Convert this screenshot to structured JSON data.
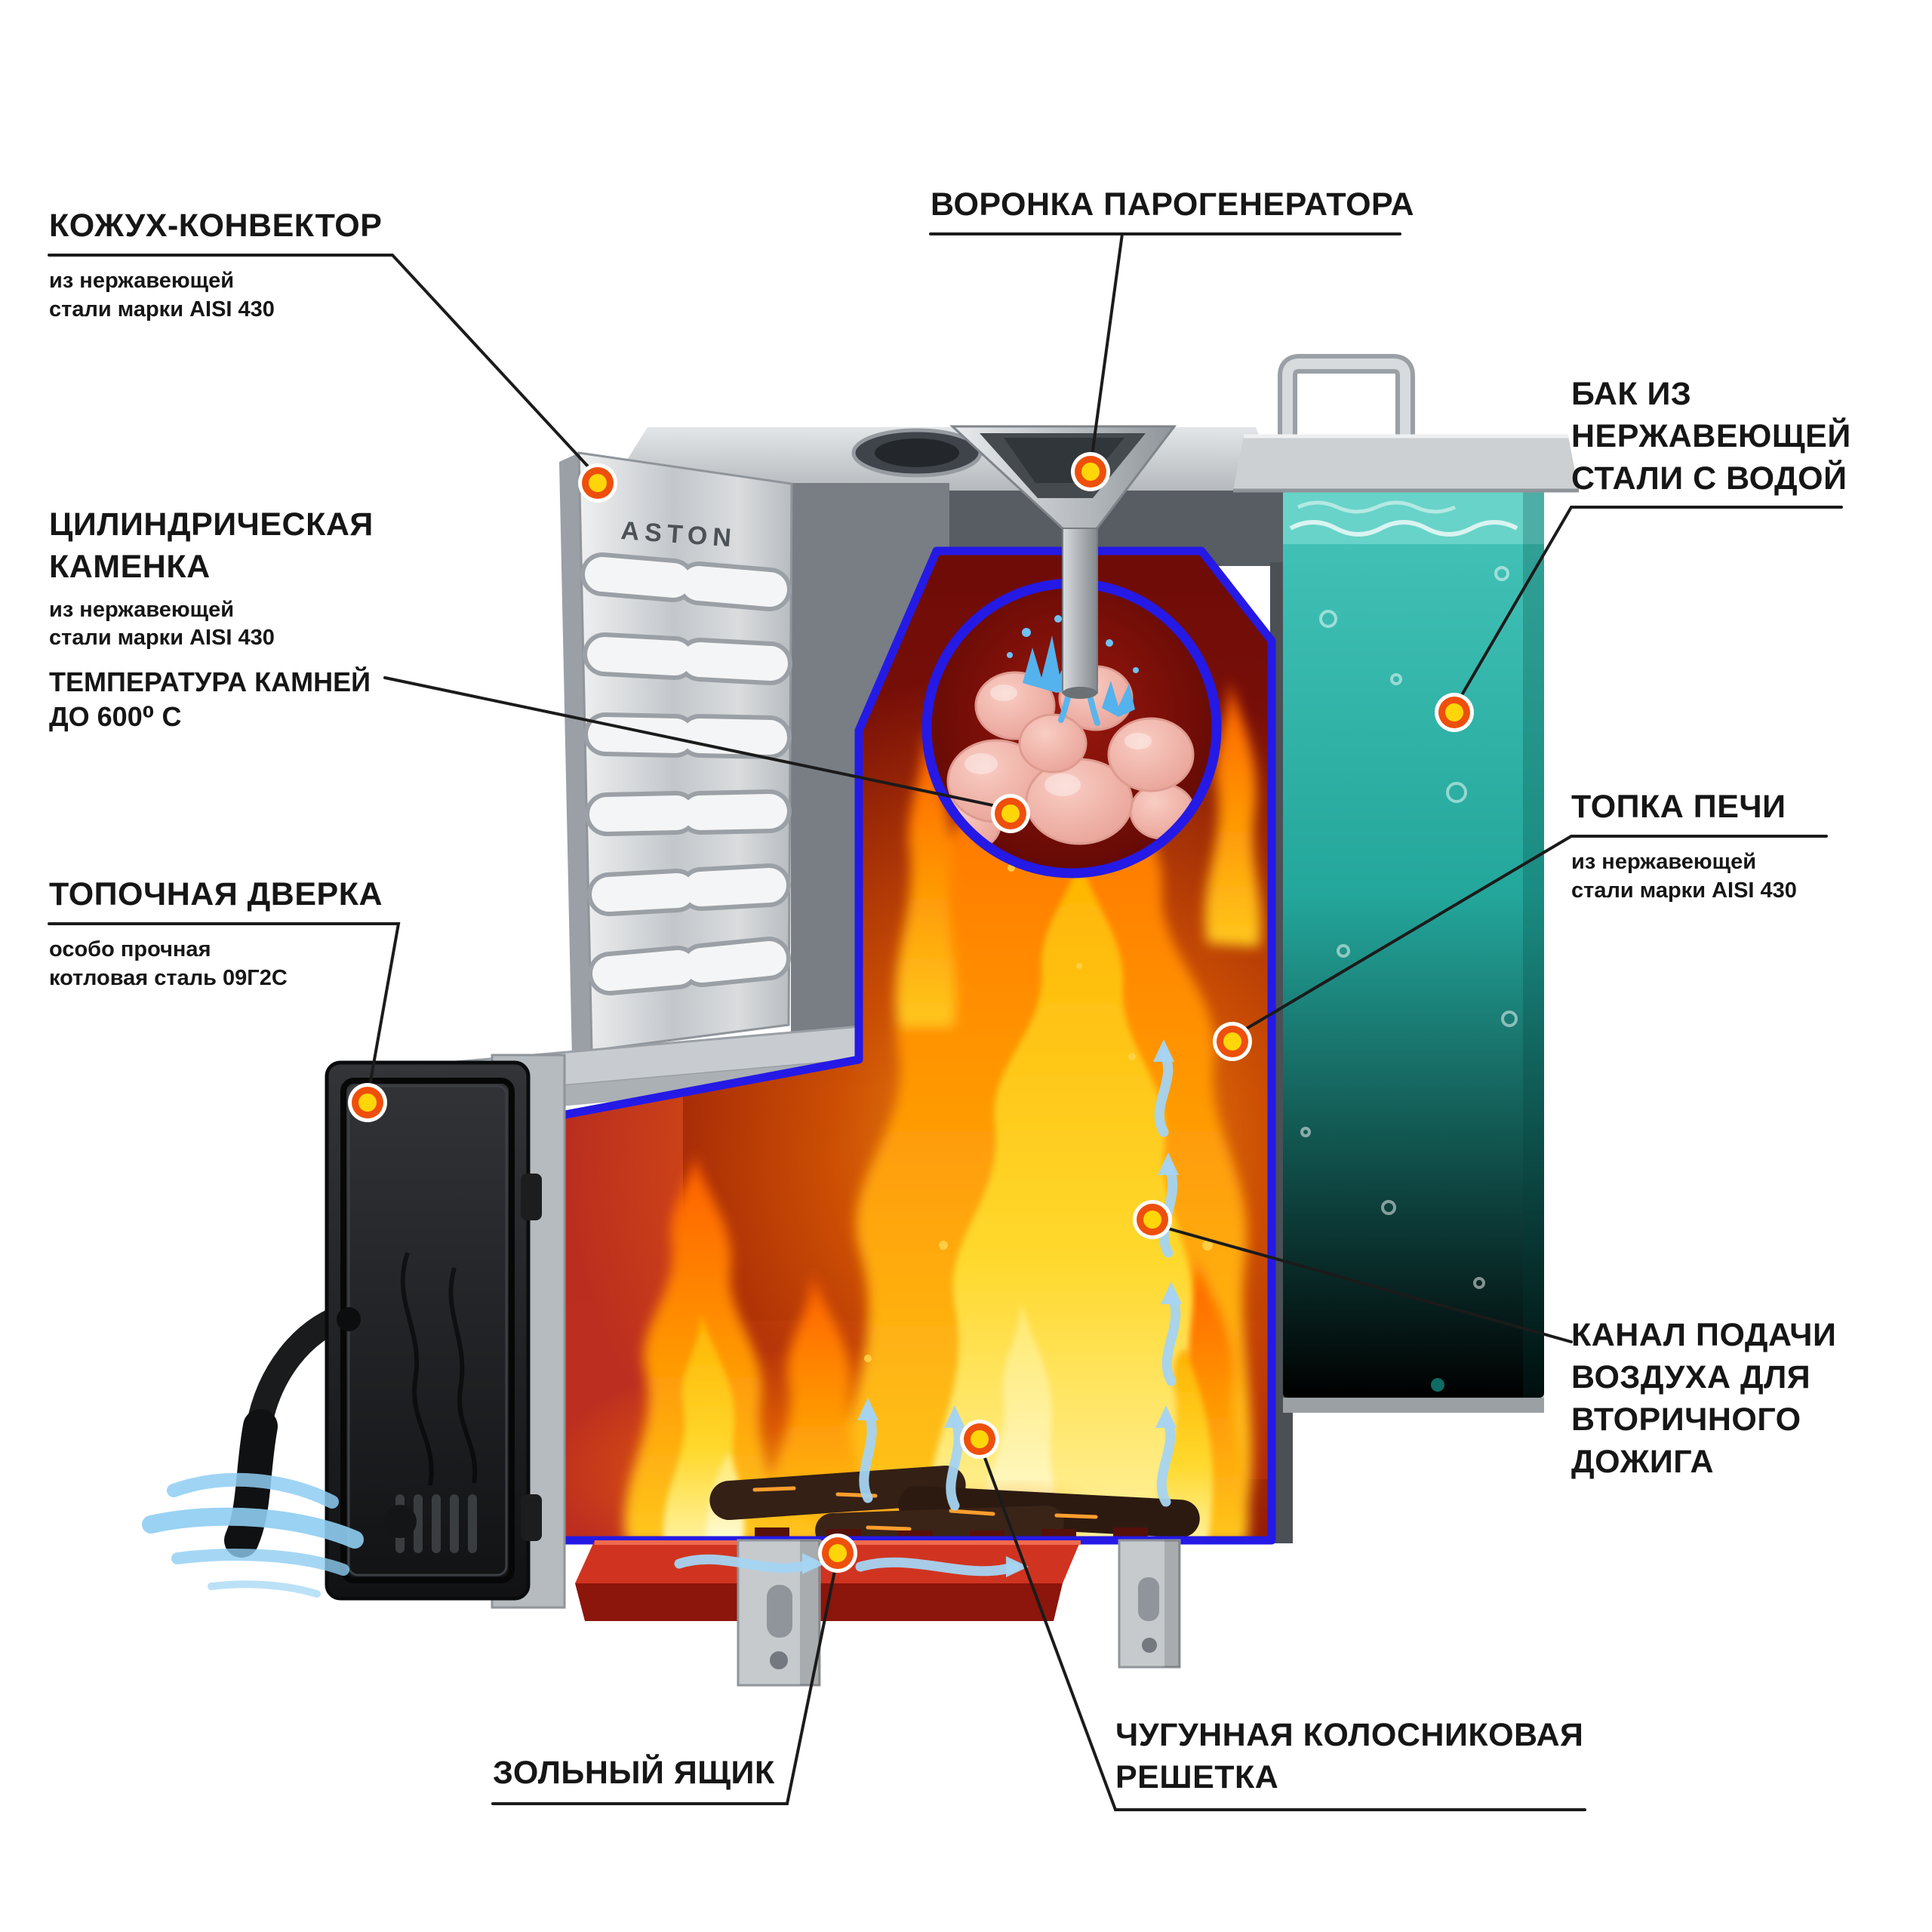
{
  "brand": {
    "logo_text": "ASTON"
  },
  "callouts": {
    "convector": {
      "title": "КОЖУХ-КОНВЕКТОР",
      "sub1": "из нержавеющей",
      "sub2": "стали марки AISI 430"
    },
    "funnel": {
      "title": "ВОРОНКА ПАРОГЕНЕРАТОРА"
    },
    "tank": {
      "line1": "БАК ИЗ",
      "line2": "НЕРЖАВЕЮЩЕЙ",
      "line3": "СТАЛИ С ВОДОЙ"
    },
    "stones": {
      "line1": "ЦИЛИНДРИЧЕСКАЯ",
      "line2": "КАМЕНКА",
      "sub1": "из нержавеющей",
      "sub2": "стали марки AISI 430",
      "temp1": "ТЕМПЕРАТУРА КАМНЕЙ",
      "temp2": "ДО 600⁰ С"
    },
    "firebox": {
      "title": "ТОПКА ПЕЧИ",
      "sub1": "из нержавеющей",
      "sub2": "стали марки AISI 430"
    },
    "door": {
      "title": "ТОПОЧНАЯ ДВЕРКА",
      "sub1": "особо прочная",
      "sub2": "котловая сталь 09Г2С"
    },
    "air_channel": {
      "line1": "КАНАЛ ПОДАЧИ",
      "line2": "ВОЗДУХА ДЛЯ",
      "line3": "ВТОРИЧНОГО",
      "line4": "ДОЖИГА"
    },
    "ash_box": {
      "title": "ЗОЛЬНЫЙ ЯЩИК"
    },
    "grate": {
      "line1": "ЧУГУННАЯ КОЛОСНИКОВАЯ",
      "line2": "РЕШЕТКА"
    }
  },
  "colors": {
    "outline_blue": "#2519e6",
    "water_teal": "#21a399",
    "marker_ring": "#ee4f0c",
    "marker_core": "#ffd60a",
    "flame_orange": "#ff8a00",
    "label_text": "#161616"
  }
}
